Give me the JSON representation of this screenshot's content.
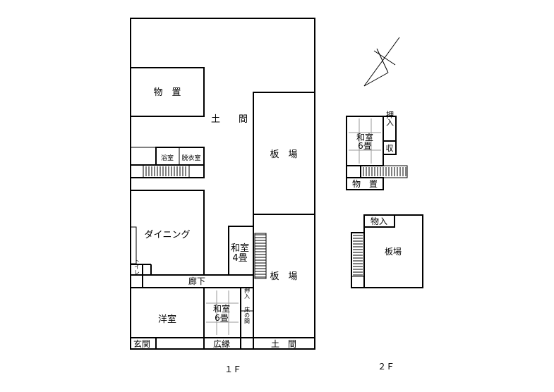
{
  "floor1": {
    "caption": "１Ｆ",
    "rooms": {
      "storage": "物　置",
      "doma_top": "土　　間",
      "itaba_upper": "板　場",
      "bath": "浴室",
      "dressing": "脱衣室",
      "dining": "ダイニング",
      "washitsu4_line1": "和室",
      "washitsu4_line2": "4畳",
      "itaba_lower": "板　場",
      "toilet": "トイレ",
      "corridor": "廊下",
      "youshitsu": "洋室",
      "washitsu6_line1": "和室",
      "washitsu6_line2": "6畳",
      "oshiire": "押入",
      "tokonoma": "床の間",
      "genkan": "玄関",
      "hiroen": "広縁",
      "doma_bottom": "土　間"
    }
  },
  "floor2": {
    "caption": "２Ｆ",
    "rooms": {
      "washitsu6_line1": "和室",
      "washitsu6_line2": "6畳",
      "oshiire": "押入",
      "shuno": "収",
      "storage": "物　置",
      "mono_ire": "物入",
      "itaba": "板場"
    }
  },
  "colors": {
    "line": "#000000",
    "background": "#ffffff",
    "tatami": "#9a9a9a"
  }
}
